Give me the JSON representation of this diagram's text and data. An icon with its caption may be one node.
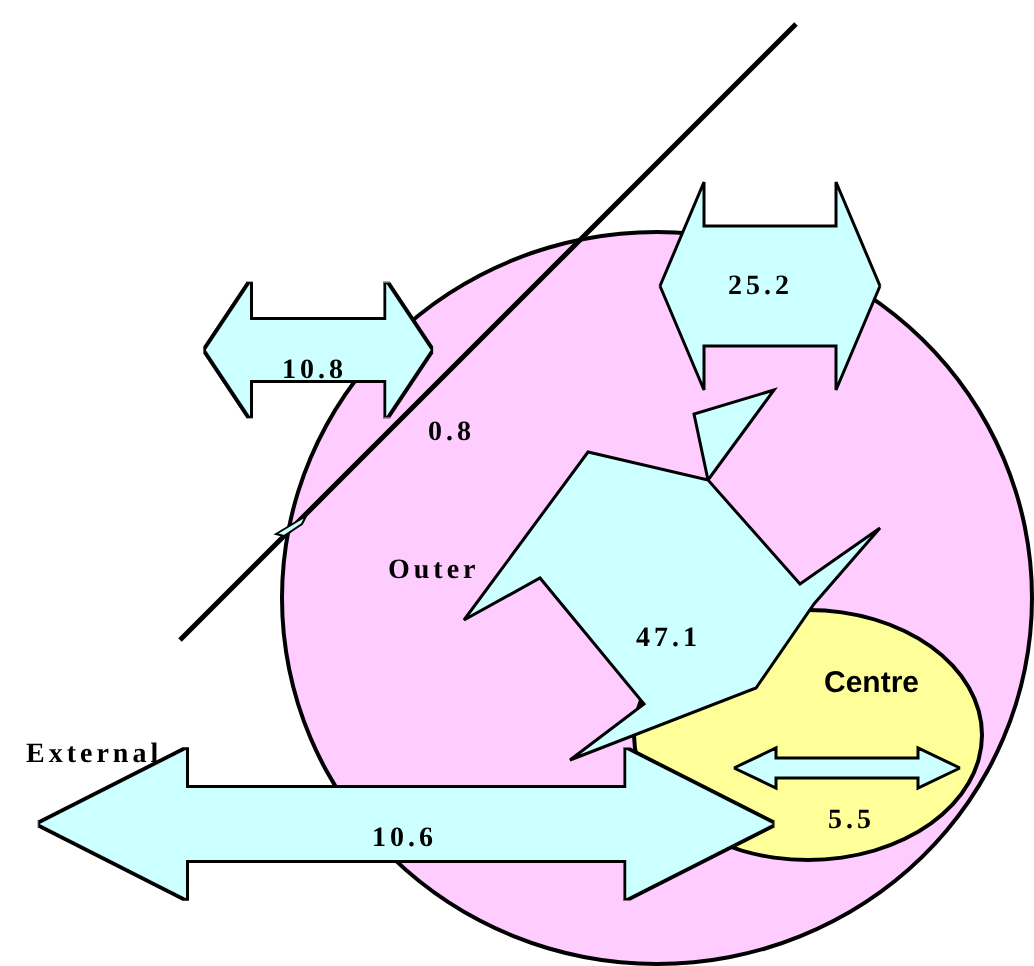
{
  "diagram": {
    "nodes": [
      {
        "text": [
          "Outer"
        ]
      },
      {
        "text": [
          "Centre"
        ],
        "in": 0
      },
      {
        "text": [
          "External"
        ]
      }
    ],
    "edges": [
      {
        "from": 2,
        "to": 1,
        "arrow": "both",
        "label": "10.6"
      },
      {
        "from": 0,
        "to": 1,
        "arrow": "both",
        "label": "47.1"
      },
      {
        "from": null,
        "to": 0,
        "arrow": "both",
        "label": "10.8"
      }
    ],
    "labels": [
      "25.2",
      "0.8",
      "5.5"
    ]
  }
}
